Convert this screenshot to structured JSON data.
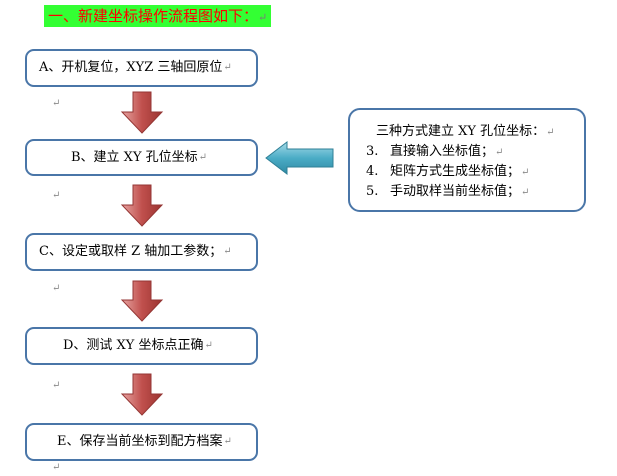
{
  "title": {
    "text": "一、新建坐标操作流程图如下：",
    "mark": "↵"
  },
  "steps": [
    {
      "text": "A、开机复位，XYZ 三轴回原位",
      "mark": "↵"
    },
    {
      "text": "B、建立 XY 孔位坐标",
      "mark": "↵"
    },
    {
      "text": "C、设定或取样 Z 轴加工参数；",
      "mark": "↵"
    },
    {
      "text": "D、测试 XY 坐标点正确",
      "mark": "↵"
    },
    {
      "text": "E、保存当前坐标到配方档案",
      "mark": "↵"
    }
  ],
  "side_box": {
    "heading": "三种方式建立 XY 孔位坐标：",
    "items": [
      {
        "num": "3.",
        "text": "直接输入坐标值；"
      },
      {
        "num": "4.",
        "text": "矩阵方式生成坐标值；"
      },
      {
        "num": "5.",
        "text": "手动取样当前坐标值；"
      }
    ],
    "mark": "↵"
  },
  "paragraph_mark": "↵",
  "colors": {
    "box_border": "#4a76a8",
    "down_arrow": "#c0504d",
    "left_arrow": "#4bacc6",
    "title_bg": "#33ff33",
    "title_text": "#ff0000"
  }
}
